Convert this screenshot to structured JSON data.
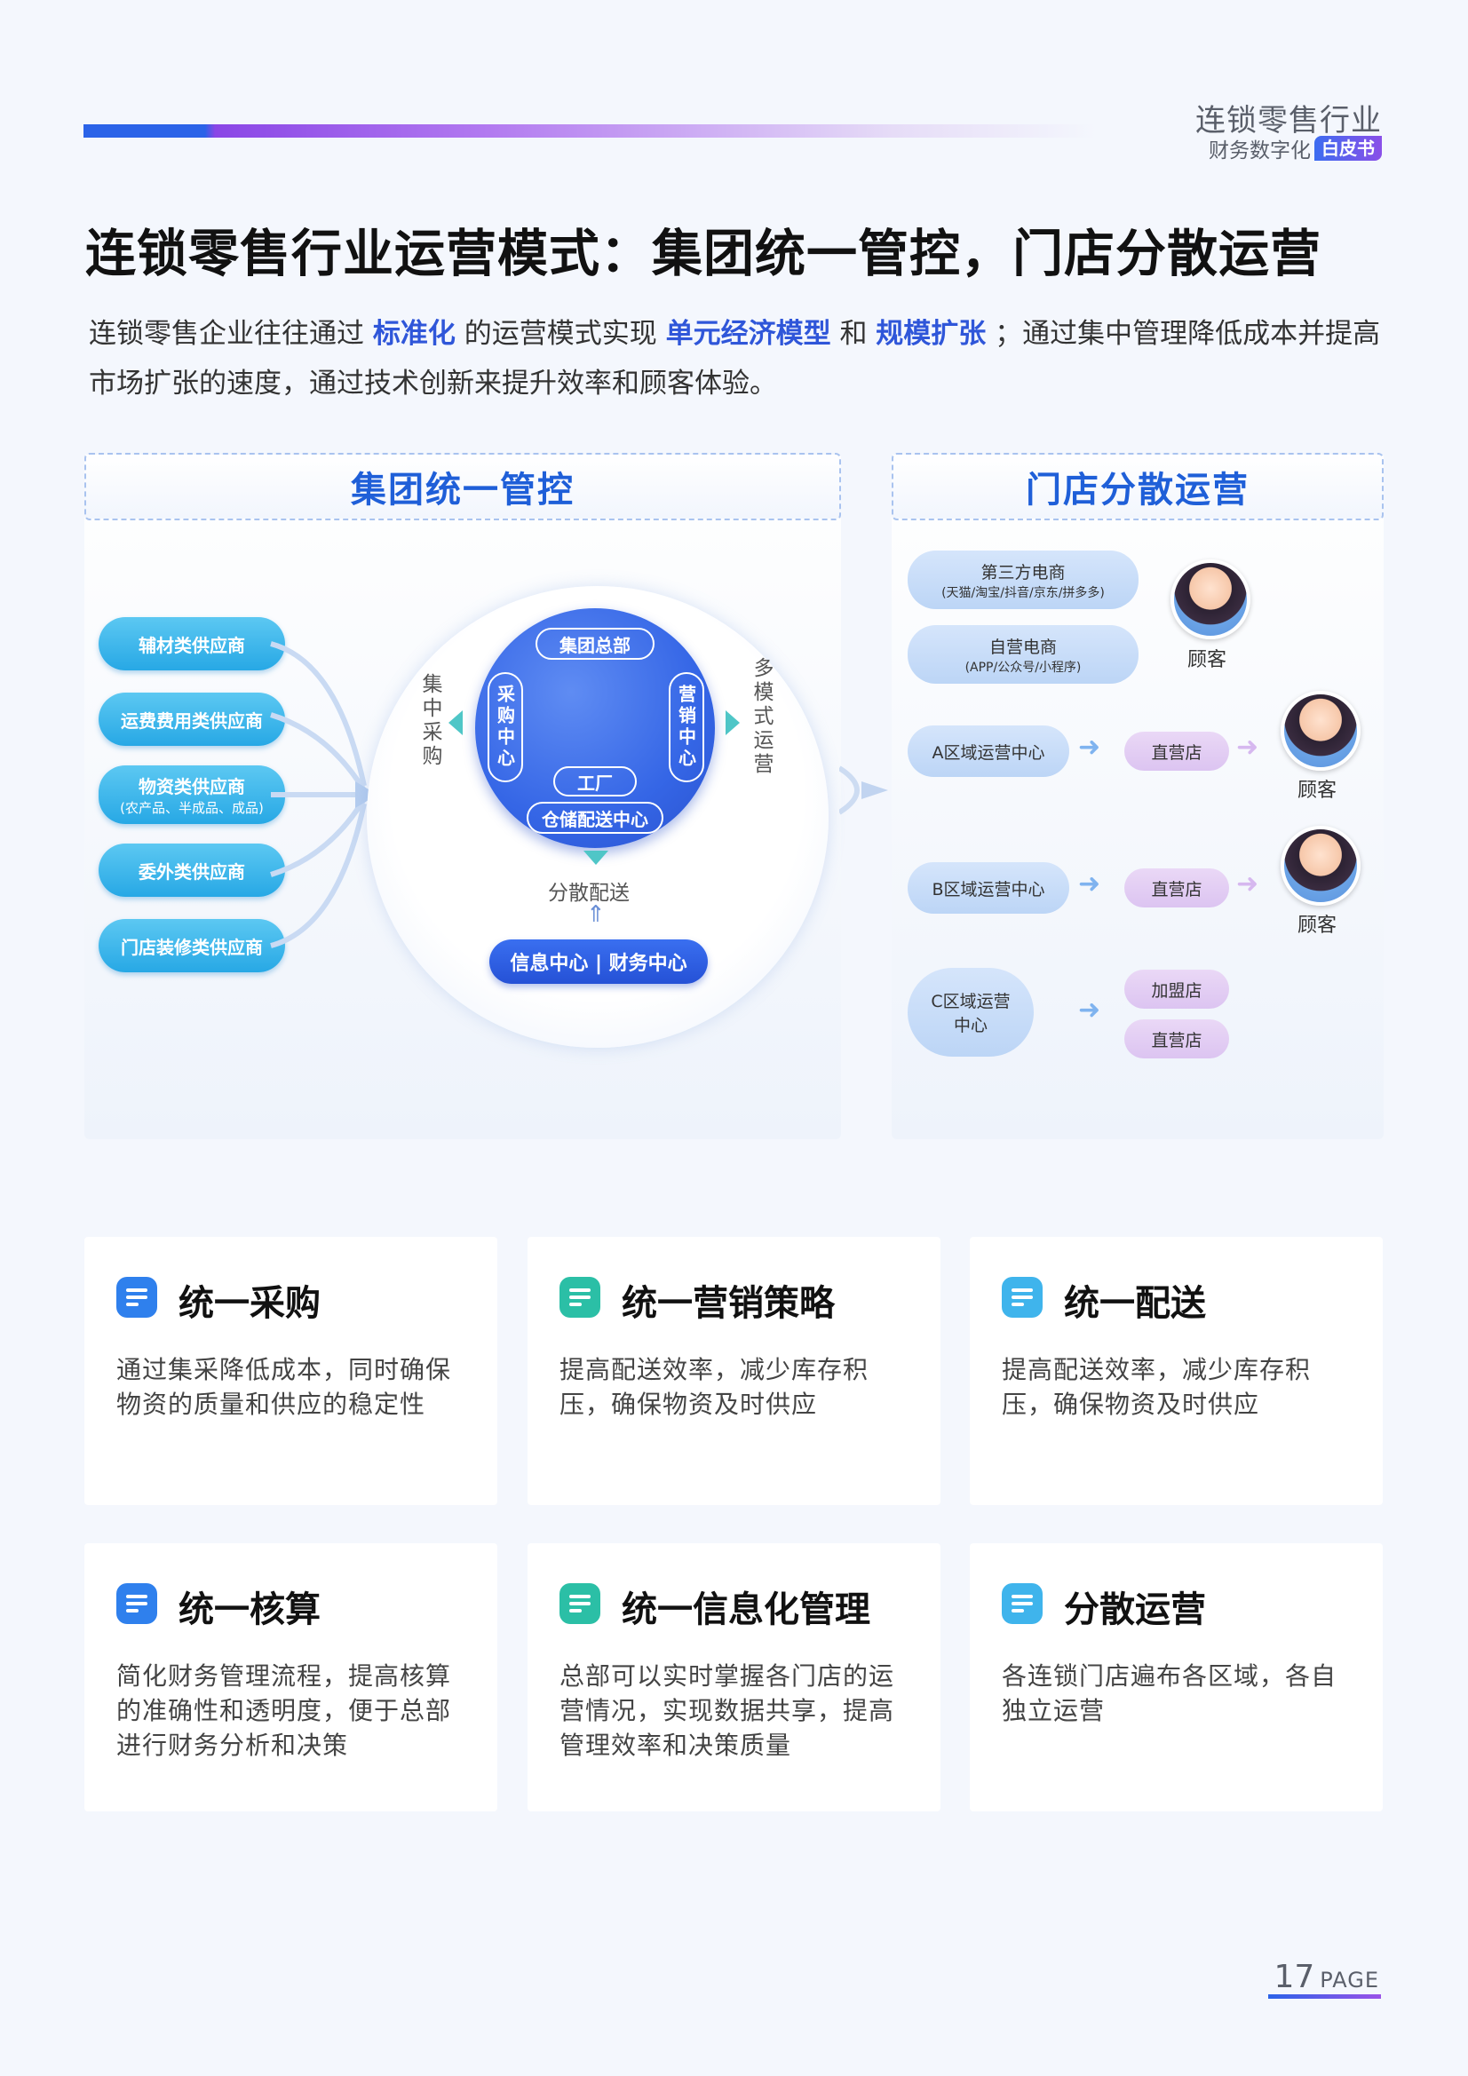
{
  "header": {
    "brand_title": "连锁零售行业",
    "brand_sub": "财务数字化",
    "brand_badge": "白皮书"
  },
  "page_title": "连锁零售行业运营模式：集团统一管控，门店分散运营",
  "intro": {
    "p1": "连锁零售企业往往通过",
    "h1": "标准化",
    "p2": "的运营模式实现",
    "h2": "单元经济模型",
    "p3": "和",
    "h3": "规模扩张",
    "p4": "；通过集中管理降低成本并提高市场扩张的速度，通过技术创新来提升效率和顾客体验。"
  },
  "diagram": {
    "left": {
      "header": "集团统一管控",
      "suppliers": [
        {
          "label": "辅材类供应商",
          "sub": ""
        },
        {
          "label": "运费费用类供应商",
          "sub": ""
        },
        {
          "label": "物资类供应商",
          "sub": "(农产品、半成品、成品)"
        },
        {
          "label": "委外类供应商",
          "sub": ""
        },
        {
          "label": "门店装修类供应商",
          "sub": ""
        }
      ],
      "core": {
        "hq": "集团总部",
        "purchase": "采购中心",
        "marketing": "营销中心",
        "factory": "工厂",
        "warehouse": "仓储配送中心"
      },
      "central_purchase": "集中采购",
      "multi_mode": "多模式运营",
      "distribution": "分散配送",
      "info_finance": "信息中心 | 财务中心"
    },
    "right": {
      "header": "门店分散运营",
      "ecom_third": "第三方电商",
      "ecom_third_sub": "(天猫/淘宝/抖音/京东/拼多多)",
      "ecom_self": "自营电商",
      "ecom_self_sub": "(APP/公众号/小程序)",
      "region_a": "A区域运营中心",
      "region_b": "B区域运营中心",
      "region_c": "C区域运营中心",
      "direct_store": "直营店",
      "franchise_store": "加盟店",
      "customer": "顾客"
    }
  },
  "cards": [
    {
      "title": "统一采购",
      "body": "通过集采降低成本，同时确保物资的质量和供应的稳定性",
      "color": "#2f80ed"
    },
    {
      "title": "统一营销策略",
      "body": "提高配送效率，减少库存积压，确保物资及时供应",
      "color": "#2bbfa6"
    },
    {
      "title": "统一配送",
      "body": "提高配送效率，减少库存积压，确保物资及时供应",
      "color": "#3fb4ec"
    },
    {
      "title": "统一核算",
      "body": "简化财务管理流程，提高核算的准确性和透明度，便于总部进行财务分析和决策",
      "color": "#2f80ed"
    },
    {
      "title": "统一信息化管理",
      "body": "总部可以实时掌握各门店的运营情况，实现数据共享，提高管理效率和决策质量",
      "color": "#2bbfa6"
    },
    {
      "title": "分散运营",
      "body": "各连锁门店遍布各区域，各自独立运营",
      "color": "#3fb4ec"
    }
  ],
  "footer": {
    "page_number": "17",
    "page_label": "PAGE"
  }
}
